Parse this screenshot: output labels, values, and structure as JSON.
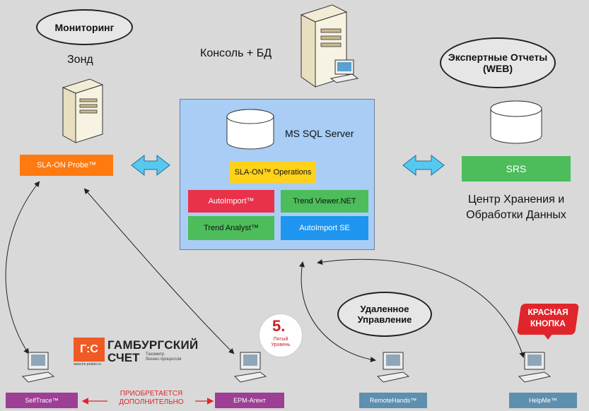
{
  "monitoring": {
    "title": "Мониторинг",
    "probe_caption": "Зонд",
    "probe_label": "SLA-ON Probe™"
  },
  "console": {
    "caption": "Консоль + БД",
    "db_label": "MS SQL Server",
    "operations_label": "SLA-ON™ Operations",
    "modules": [
      {
        "label": "AutoImport™",
        "color": "#e9324a"
      },
      {
        "label": "Trend Viewer.NET",
        "color": "#4cbd5a"
      },
      {
        "label": "Trend Analyst™",
        "color": "#4cbd5a"
      },
      {
        "label": "AutoImport SE",
        "color": "#1e96f0"
      }
    ]
  },
  "reports": {
    "title_line1": "Экспертные Отчеты",
    "title_line2": "(WEB)",
    "srs_label": "SRS",
    "center_line1": "Центр Хранения и",
    "center_line2": "Обработки Данных"
  },
  "remote": {
    "title_line1": "Удаленное",
    "title_line2": "Управление"
  },
  "clients": [
    {
      "label": "SelfTrace™",
      "color": "#9c3f95"
    },
    {
      "label": "EPM-Агент",
      "color": "#9c3f95"
    },
    {
      "label": "RemoteHands™",
      "color": "#5d8fae"
    },
    {
      "label": "HelpMe™",
      "color": "#5d8fae"
    }
  ],
  "purchased_note": {
    "line1": "ПРИОБРЕТАЕТСЯ",
    "line2": "ДОПОЛНИТЕЛЬНО",
    "color": "#e0252c"
  },
  "logos": {
    "hamburg_line1": "ГАМБУРГСКИЙ",
    "hamburg_line2": "СЧЕТ",
    "hamburg_sub1": "Тахометр",
    "hamburg_sub2": "бизнес-процессов",
    "hamburg_url": "www.hc-prolan.ru",
    "hamburg_mark": "Г:С",
    "fifth_level_digit": "5.",
    "fifth_level_text1": "Пятый",
    "fifth_level_text2": "Уровень",
    "red_button_line1": "КРАСНАЯ",
    "red_button_line2": "КНОПКА"
  },
  "colors": {
    "probe_orange": "#ff7a10",
    "operations_yellow": "#ffd21a",
    "srs_green": "#4cbd5a",
    "arrow_cyan": "#57c8f0"
  }
}
